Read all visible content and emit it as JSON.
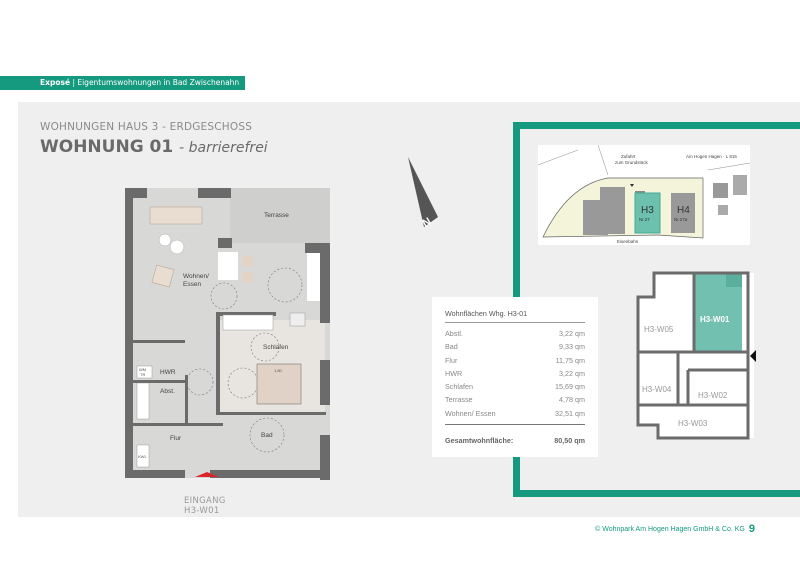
{
  "header": {
    "section": "Exposé",
    "separator": "|",
    "subtitle": "Eigentumswohnungen in Bad Zwischenahn"
  },
  "page": {
    "subheading": "WOHNUNGEN HAUS 3 - ERDGESCHOSS",
    "title": "WOHNUNG 01",
    "title_suffix": "- barrierefrei"
  },
  "floorplan": {
    "rooms": [
      "Terrasse",
      "Wohnen/",
      "Essen",
      "Schlafen",
      "HWR",
      "Abst.",
      "Flur",
      "Bad"
    ],
    "labels": {
      "wm": "WM",
      "tr": "TR",
      "kwl": "KWL",
      "bed": "1,80"
    },
    "entrance": "EINGANG",
    "entrance_unit": "H3-W01"
  },
  "north": "N",
  "site": {
    "access_line1": "Zufahrt",
    "access_line2": "zum Grundstück",
    "street": "Am Hogen Hagen · L 815",
    "rail": "Eisenbahn",
    "h3": "H3",
    "h3_no": "Nr.27",
    "h4": "H4",
    "h4_no": "Nr.27a"
  },
  "keyplan": {
    "units": [
      "H3-W05",
      "H3-W01",
      "H3-W04",
      "H3-W02",
      "H3-W03"
    ]
  },
  "areas": {
    "title": "Wohnflächen Whg. H3-01",
    "rows": [
      {
        "room": "Abstl.",
        "area": "3,22 qm"
      },
      {
        "room": "Bad",
        "area": "9,33 qm"
      },
      {
        "room": "Flur",
        "area": "11,75 qm"
      },
      {
        "room": "HWR",
        "area": "3,22 qm"
      },
      {
        "room": "Schlafen",
        "area": "15,69 qm"
      },
      {
        "room": "Terrasse",
        "area": "4,78 qm"
      },
      {
        "room": "Wohnen/ Essen",
        "area": "32,51 qm"
      }
    ],
    "total_label": "Gesamtwohnfläche:",
    "total": "80,50 qm"
  },
  "footer": {
    "copyright": "© Wohnpark Am Hogen Hagen GmbH & Co. KG",
    "page_number": "9"
  },
  "colors": {
    "accent": "#159a80",
    "entrance": "#d9262c"
  }
}
